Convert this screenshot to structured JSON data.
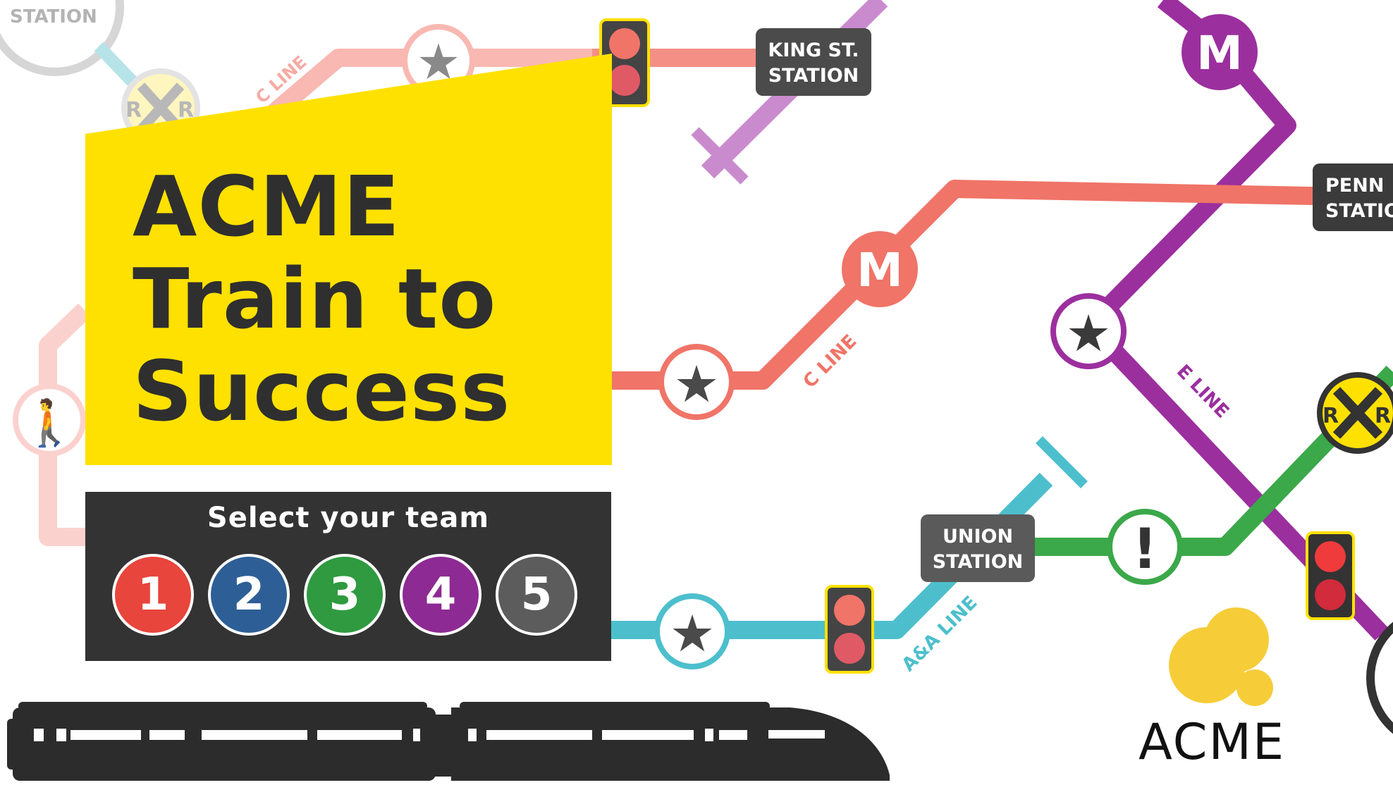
{
  "title": {
    "line1": "ACME",
    "line2": "Train to",
    "line3": "Success"
  },
  "team_select": {
    "label": "Select your team",
    "teams": [
      {
        "label": "1",
        "color": "#e8453c"
      },
      {
        "label": "2",
        "color": "#2d5f96"
      },
      {
        "label": "3",
        "color": "#2f9a40"
      },
      {
        "label": "4",
        "color": "#8e2a93"
      },
      {
        "label": "5",
        "color": "#5c5c5c"
      }
    ]
  },
  "stations": {
    "top_left": "STATION",
    "king_line1": "KING ST.",
    "king_line2": "STATION",
    "penn_line1": "PENN",
    "penn_line2": "STATIO",
    "union_line1": "UNION",
    "union_line2": "STATION"
  },
  "line_labels": {
    "c_line_top": "C LINE",
    "c_line_mid": "C LINE",
    "e_line": "E LINE",
    "aa_line": "A&A LINE"
  },
  "markers": {
    "metro": "M",
    "crossing": "R",
    "alert": "!"
  },
  "logo": {
    "text": "ACME"
  },
  "colors": {
    "accent_yellow": "#ffe100",
    "panel_dark": "#333333",
    "c_line": "#f07468",
    "e_line": "#9b2f9e",
    "aa_line": "#4dbfcc",
    "green_line": "#3ba84a",
    "station_box": "#4b4b4b",
    "logo_yellow": "#f6cd38"
  }
}
